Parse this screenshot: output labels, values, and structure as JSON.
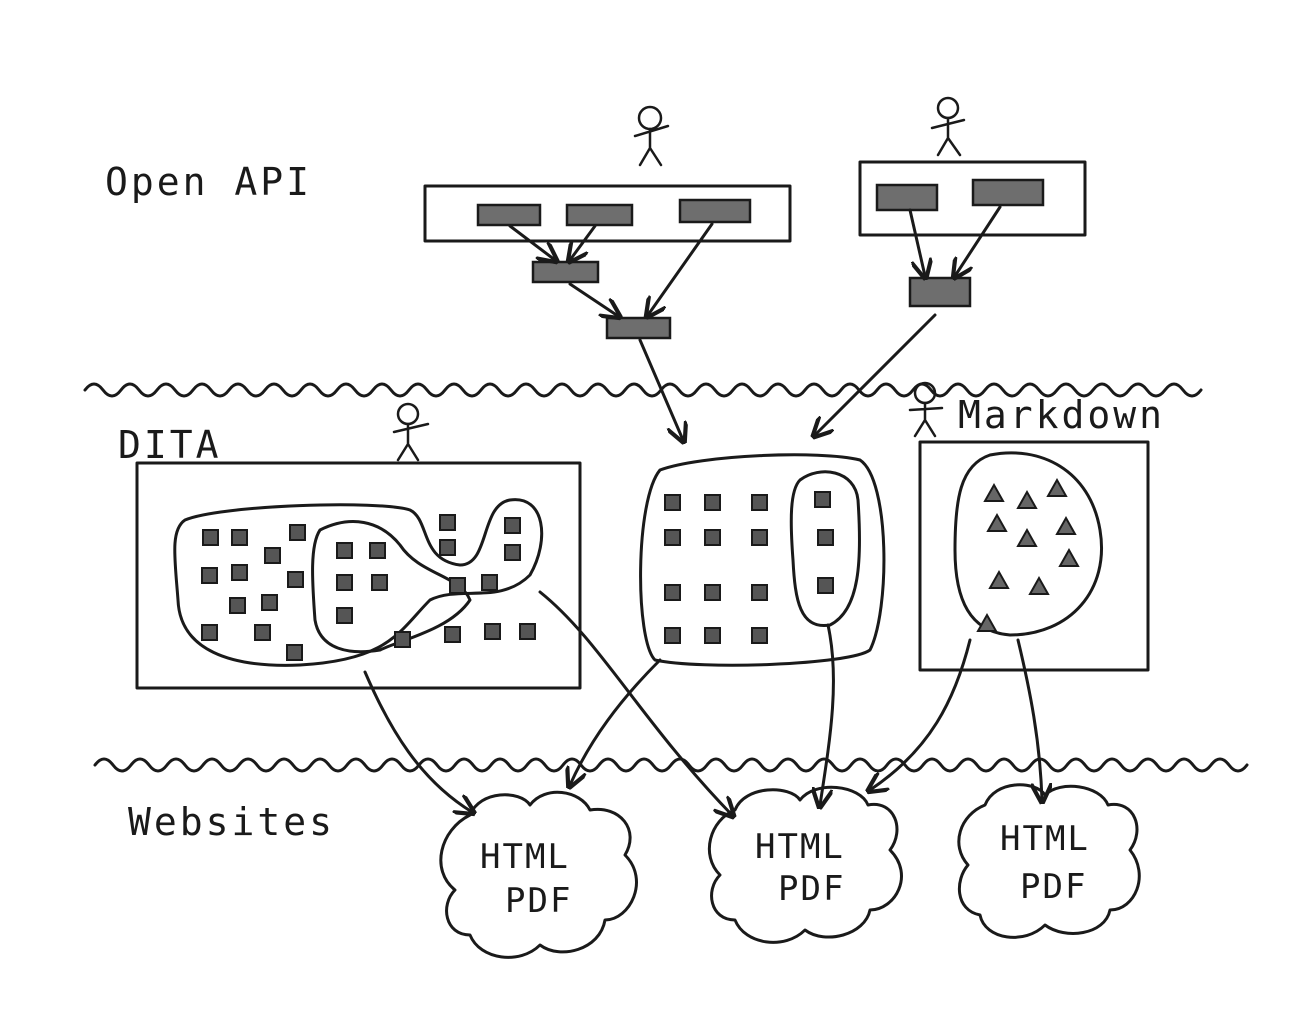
{
  "labels": {
    "open_api": "Open API",
    "dita": "DITA",
    "markdown": "Markdown",
    "websites": "Websites"
  },
  "outputs": [
    {
      "line1": "HTML",
      "line2": "PDF"
    },
    {
      "line1": "HTML",
      "line2": "PDF"
    },
    {
      "line1": "HTML",
      "line2": "PDF"
    }
  ],
  "colors": {
    "ink": "#1a1a1a",
    "block": "#6e6e6e"
  }
}
